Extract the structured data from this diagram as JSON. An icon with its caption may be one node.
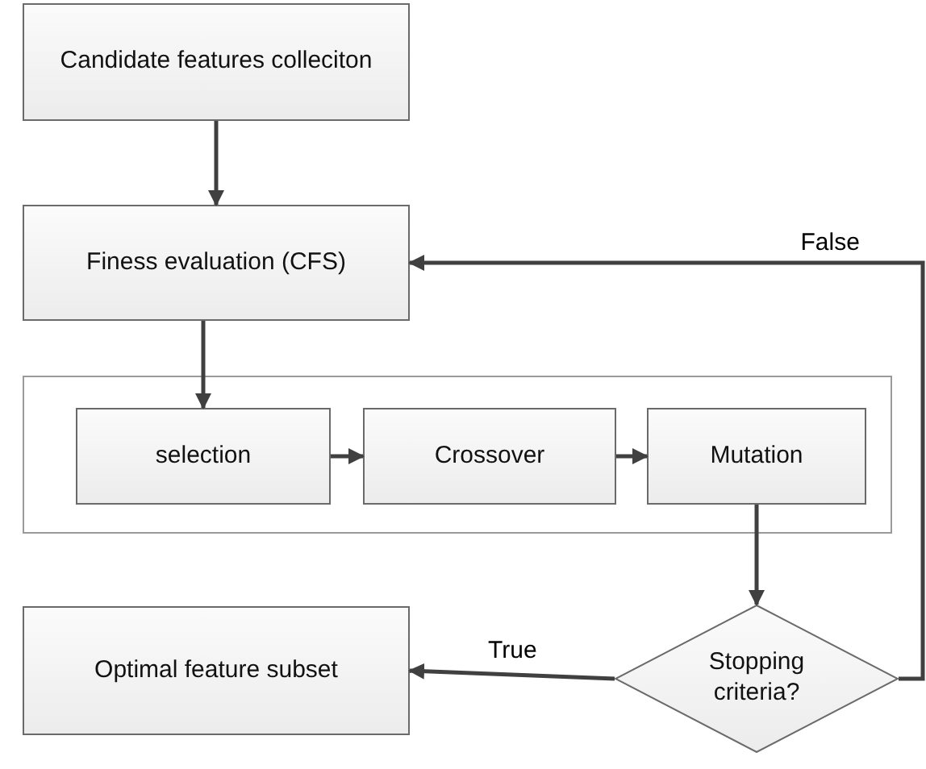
{
  "diagram": {
    "nodes": [
      {
        "text": [
          "Candidate features colleciton"
        ]
      },
      {
        "text": [
          "Finess evaluation (CFS)"
        ]
      },
      {
        "text": [],
        "shape": "box"
      },
      {
        "text": [
          "selection"
        ],
        "in": 2
      },
      {
        "text": [
          "Crossover"
        ],
        "in": 2
      },
      {
        "text": [
          "Mutation"
        ],
        "in": 2
      },
      {
        "text": [
          "Stopping criteria?"
        ]
      },
      {
        "text": [
          "Optimal feature subset"
        ]
      }
    ],
    "edges": [
      {
        "from": 0,
        "to": 1,
        "arrow": "to"
      },
      {
        "from": 1,
        "to": 3,
        "arrow": "to"
      },
      {
        "from": 3,
        "to": 4,
        "arrow": "to"
      },
      {
        "from": 4,
        "to": 5,
        "arrow": "to"
      },
      {
        "from": 5,
        "to": 6,
        "arrow": "to"
      },
      {
        "from": 6,
        "to": 7,
        "arrow": "to",
        "label": "True"
      },
      {
        "from": 6,
        "to": 1,
        "arrow": "to",
        "label": "False"
      }
    ]
  }
}
